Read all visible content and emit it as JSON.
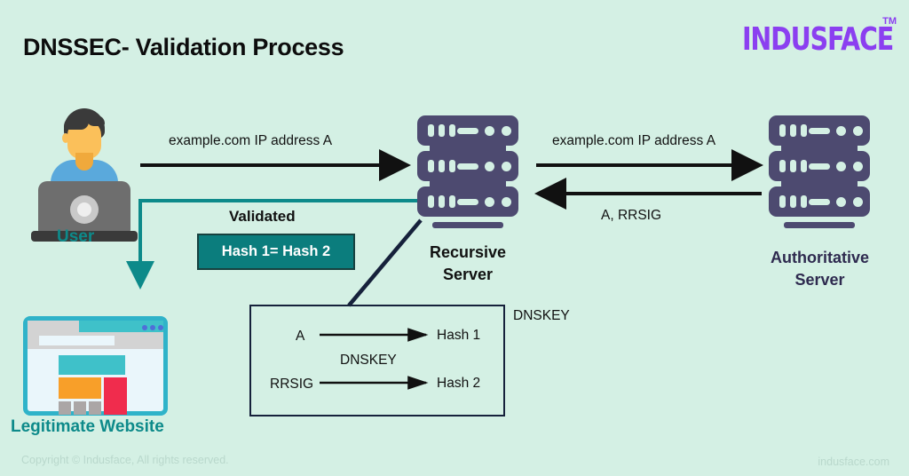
{
  "page": {
    "title": "DNSSEC- Validation Process",
    "background_color": "#d4f0e4"
  },
  "brand": {
    "name": "INDUSFACE",
    "trademark": "TM",
    "color": "#8b3ff0"
  },
  "actors": {
    "user": {
      "label": "User",
      "color": "#0d8a8a"
    },
    "recursive_server": {
      "label_line1": "Recursive",
      "label_line2": "Server",
      "color": "#111111"
    },
    "authoritative_server": {
      "label_line1": "Authoritative",
      "label_line2": "Server",
      "color": "#2e2a4f"
    },
    "website": {
      "label": "Legitimate Website",
      "color": "#0d8a8a"
    },
    "server_body_color": "#4d4a70"
  },
  "flows": {
    "user_to_recursive": "example.com IP address A",
    "recursive_to_authoritative": "example.com IP address A",
    "authoritative_to_recursive": "A, RRSIG",
    "validated_return_color": "#0d8a8a"
  },
  "validation": {
    "heading": "Validated",
    "result": "Hash 1= Hash 2",
    "box_fill": "#0b7d7d",
    "box_border": "#17413f"
  },
  "dnskey_box": {
    "row1_left": "A",
    "row1_right": "Hash 1",
    "middle_label": "DNSKEY",
    "row2_left": "RRSIG",
    "row2_right": "Hash 2",
    "outside_label": "DNSKEY",
    "border_color": "#16213b"
  },
  "footer": {
    "copyright": "Copyright © Indusface, All rights reserved.",
    "site": "indusface.com"
  }
}
